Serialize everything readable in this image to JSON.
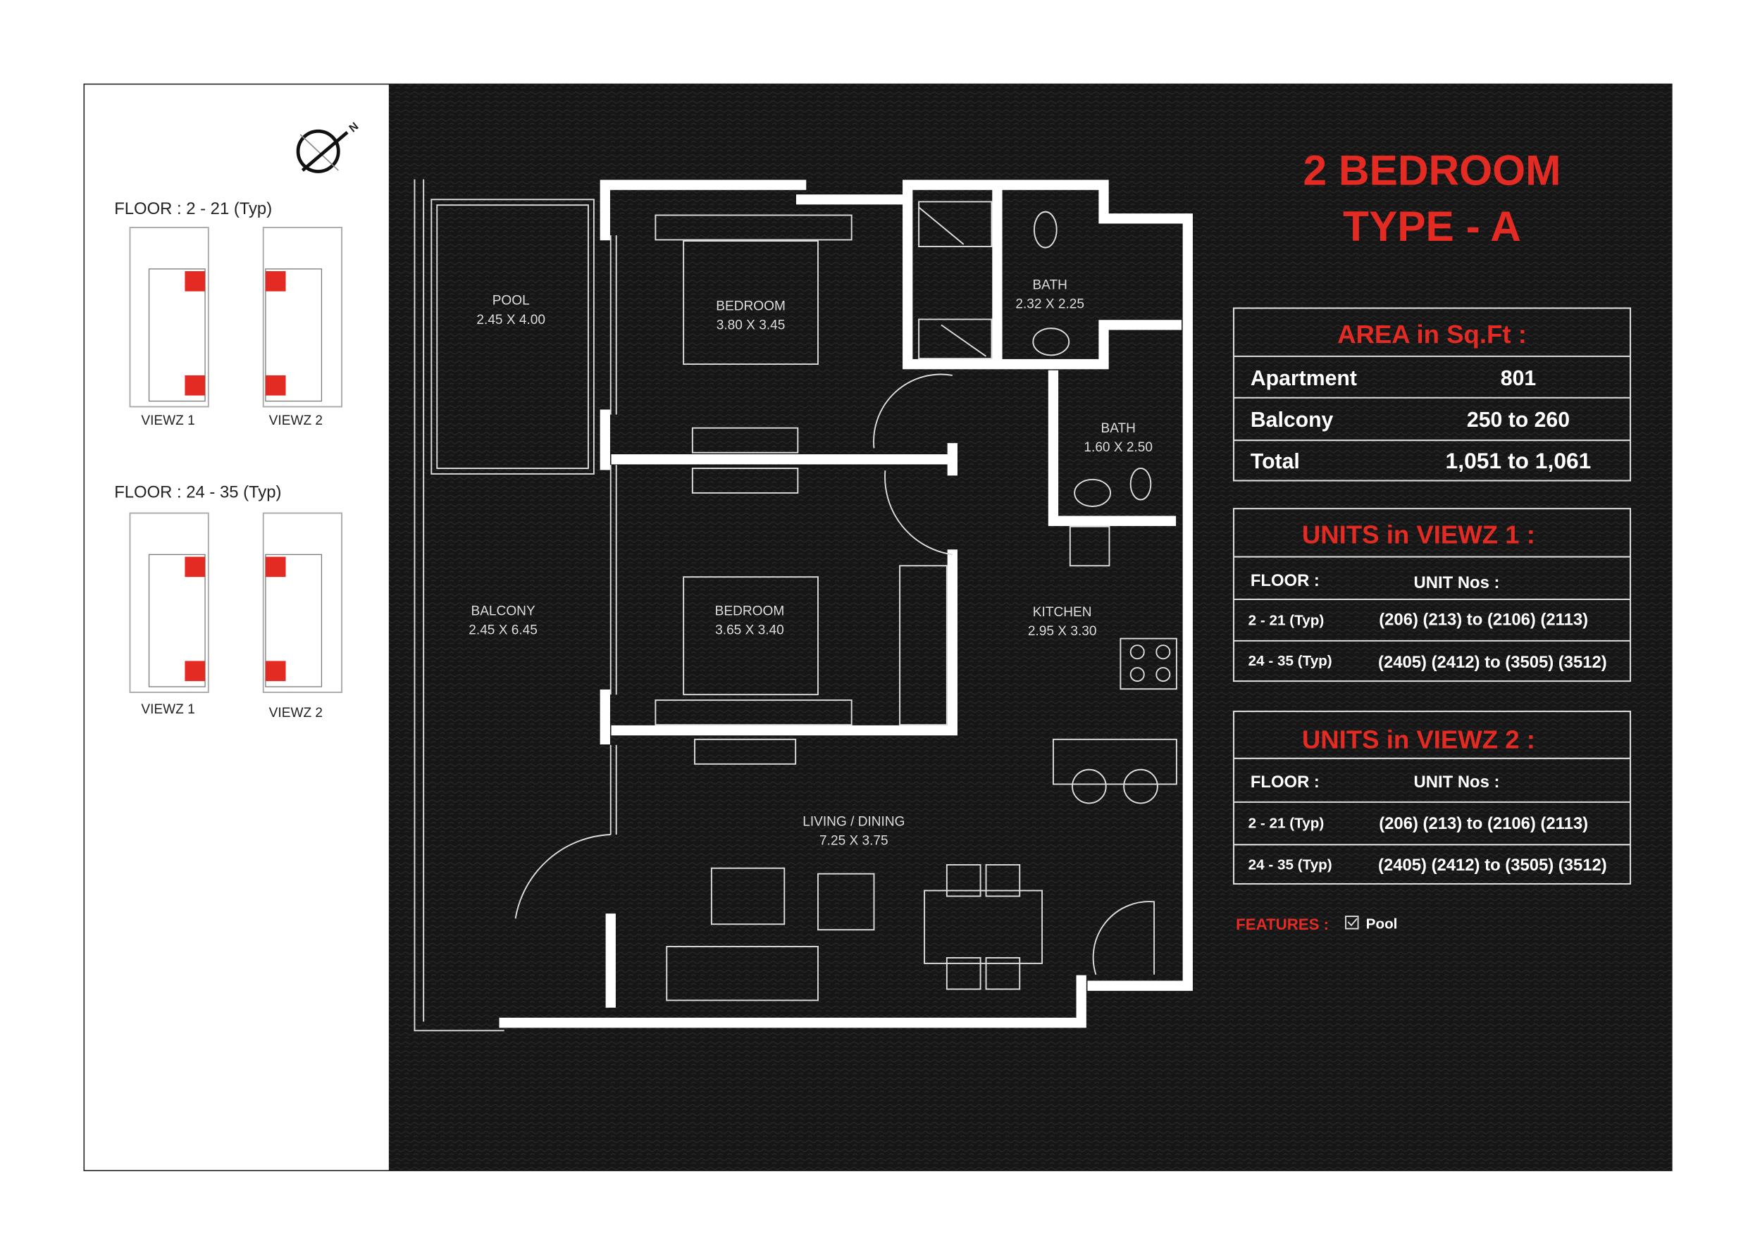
{
  "title": {
    "line1": "2 BEDROOM",
    "line2": "TYPE - A"
  },
  "compass": {
    "label": "N"
  },
  "key_plans": [
    {
      "floor_label": "FLOOR : 2 - 21 (Typ)",
      "views": [
        "VIEWZ 1",
        "VIEWZ 2"
      ]
    },
    {
      "floor_label": "FLOOR : 24 - 35 (Typ)",
      "views": [
        "VIEWZ 1",
        "VIEWZ 2"
      ]
    }
  ],
  "rooms": [
    {
      "name": "POOL",
      "size": "2.45 X 4.00"
    },
    {
      "name": "BEDROOM",
      "size": "3.80 X 3.45"
    },
    {
      "name": "BATH",
      "size": "2.32 X 2.25"
    },
    {
      "name": "BATH",
      "size": "1.60 X 2.50"
    },
    {
      "name": "BALCONY",
      "size": "2.45 X 6.45"
    },
    {
      "name": "BEDROOM",
      "size": "3.65 X 3.40"
    },
    {
      "name": "KITCHEN",
      "size": "2.95 X 3.30"
    },
    {
      "name": "LIVING / DINING",
      "size": "7.25 X 3.75"
    }
  ],
  "area": {
    "heading": "AREA in Sq.Ft :",
    "rows": [
      {
        "label": "Apartment",
        "value": "801"
      },
      {
        "label": "Balcony",
        "value": "250 to 260"
      },
      {
        "label": "Total",
        "value": "1,051 to 1,061"
      }
    ]
  },
  "units": [
    {
      "heading": "UNITS in VIEWZ 1 :",
      "col_floor": "FLOOR :",
      "col_units": "UNIT Nos :",
      "rows": [
        {
          "floor": "2 - 21 (Typ)",
          "units": "(206) (213) to (2106) (2113)"
        },
        {
          "floor": "24 - 35 (Typ)",
          "units": "(2405) (2412) to (3505) (3512)"
        }
      ]
    },
    {
      "heading": "UNITS in VIEWZ 2 :",
      "col_floor": "FLOOR :",
      "col_units": "UNIT Nos :",
      "rows": [
        {
          "floor": "2 - 21 (Typ)",
          "units": "(206) (213) to (2106) (2113)"
        },
        {
          "floor": "24 - 35 (Typ)",
          "units": "(2405) (2412) to (3505) (3512)"
        }
      ]
    }
  ],
  "features": {
    "label": "FEATURES :",
    "items": [
      "Pool"
    ]
  },
  "colors": {
    "accent": "#e32b24",
    "background": "#141414"
  }
}
